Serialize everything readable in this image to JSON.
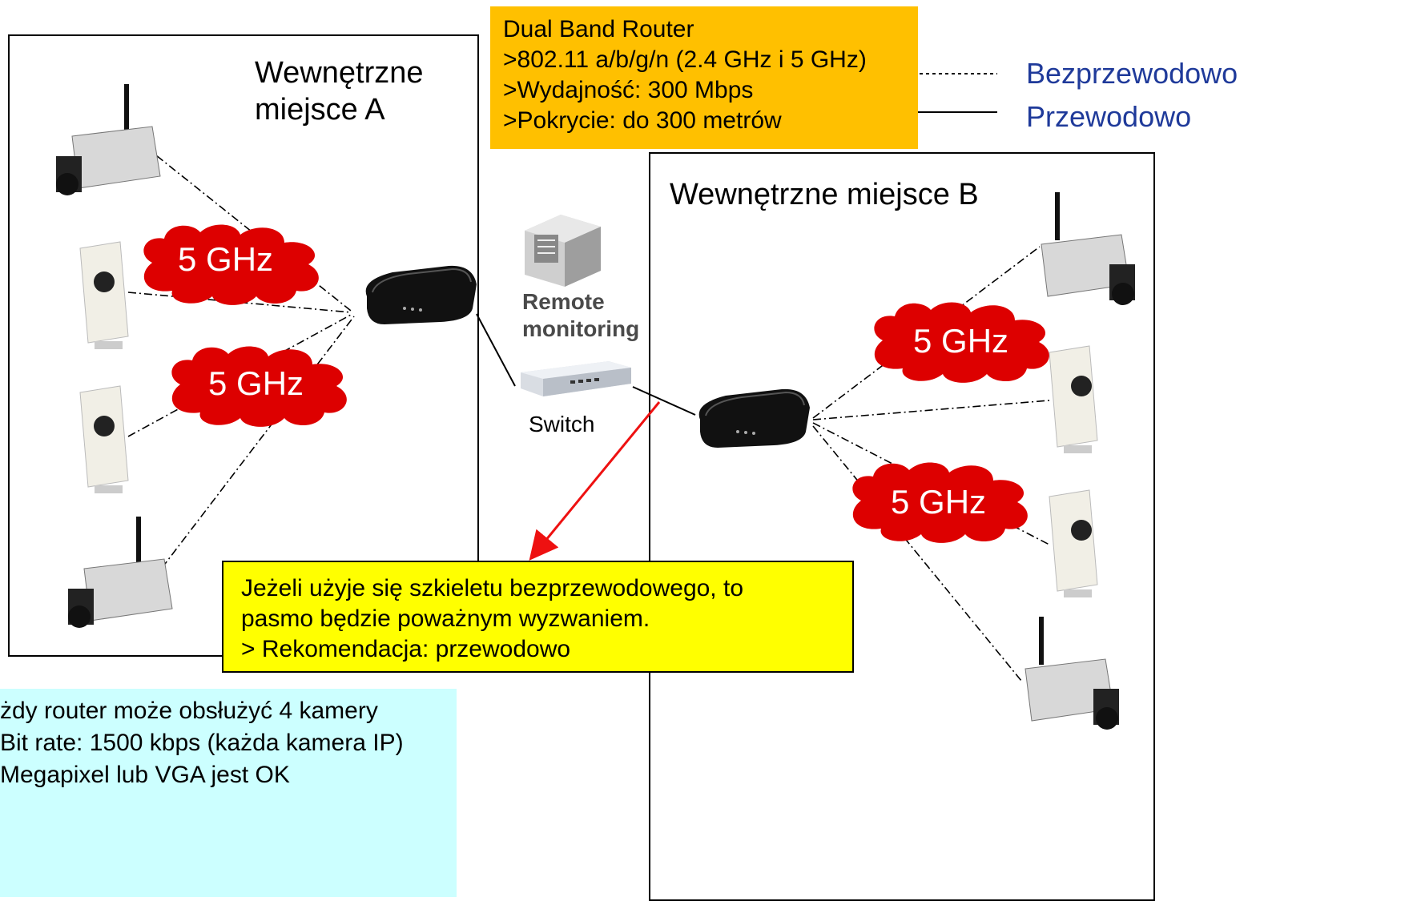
{
  "router_info": {
    "lines": [
      "Dual Band Router",
      ">802.11 a/b/g/n (2.4 GHz i 5 GHz)",
      ">Wydajność: 300 Mbps",
      ">Pokrycie: do 300 metrów"
    ]
  },
  "legend": {
    "wireless": "Bezprzewodowo",
    "wired": "Przewodowo"
  },
  "site_a": {
    "label_lines": [
      "Wewnętrzne",
      "miejsce A"
    ]
  },
  "site_b": {
    "label": "Wewnętrzne miejsce B"
  },
  "clouds": {
    "a_top": "5 GHz",
    "a_bottom": "5 GHz",
    "b_top": "5 GHz",
    "b_bottom": "5 GHz"
  },
  "remote": {
    "line1": "Remote",
    "line2": "monitoring"
  },
  "switch_label": "Switch",
  "warning": {
    "lines": [
      "Jeżeli użyje się szkieletu bezprzewodowego, to",
      "pasmo będzie poważnym wyzwaniem.",
      "> Rekomendacja: przewodowo"
    ]
  },
  "notes": {
    "lines": [
      "żdy router może obsłużyć 4 kamery",
      "Bit rate: 1500 kbps (każda kamera IP)",
      "Megapixel lub VGA jest OK"
    ]
  },
  "colors": {
    "cloud_fill": "#dd0000",
    "info_orange": "#ffc000",
    "info_yellow": "#ffff00",
    "info_cyan": "#ccffff",
    "legend_text": "#1f3a9a",
    "arrow": "#ee1111"
  }
}
